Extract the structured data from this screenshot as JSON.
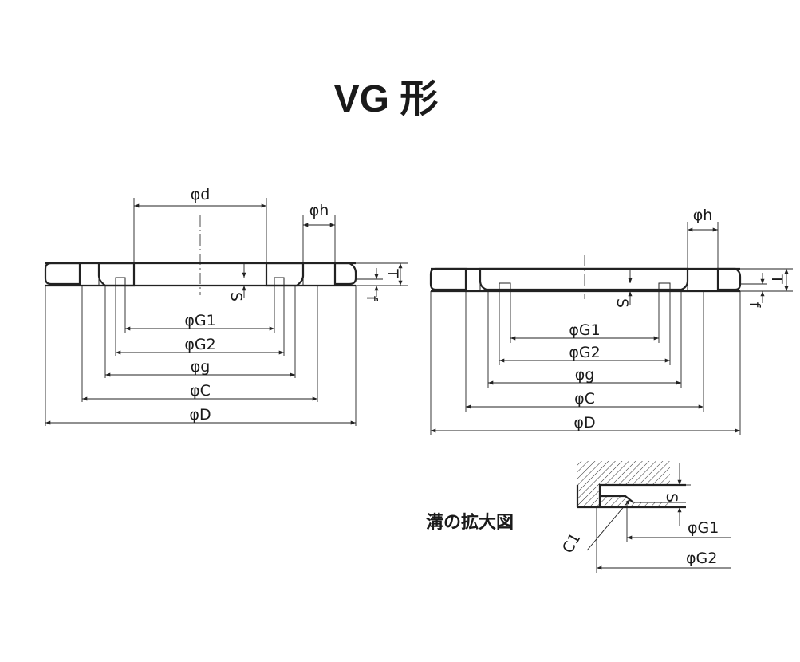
{
  "title": "VG 形",
  "left_view": {
    "d_label": "φd",
    "h_label": "φh",
    "t_label": "T",
    "f_label": "f",
    "s_label": "S",
    "dims": [
      "φG1",
      "φG2",
      "φg",
      "φC",
      "φD"
    ]
  },
  "right_view": {
    "h_label": "φh",
    "t_label": "T",
    "f_label": "f",
    "s_label": "S",
    "dims": [
      "φG1",
      "φG2",
      "φg",
      "φC",
      "φD"
    ]
  },
  "detail": {
    "title": "溝の拡大図",
    "s_label": "S",
    "c1_label": "C1",
    "g1_label": "φG1",
    "g2_label": "φG2"
  }
}
